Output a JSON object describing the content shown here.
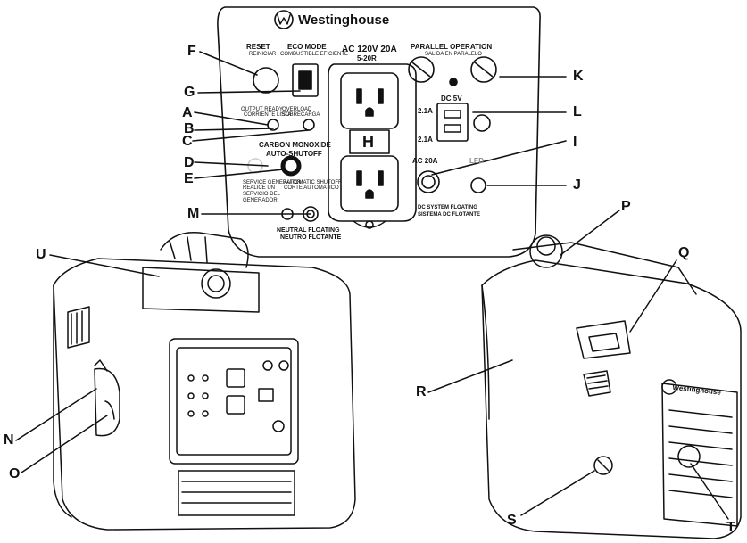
{
  "panel": {
    "brand": "Westinghouse",
    "reset": "RESET",
    "reset_sub": "REINICIAR",
    "eco": "ECO MODE",
    "eco_sub": "COMBUSTIBLE EFICIENTE",
    "ac_title": "AC 120V 20A",
    "ac_sub": "5-20R",
    "parallel": "PARALLEL OPERATION",
    "parallel_sub": "SALIDA EN PARALELO",
    "dc": "DC 5V",
    "usb_a1": "2.1A",
    "usb_a2": "2.1A",
    "output_ready": "OUTPUT READY",
    "output_ready_sub": "CORRIENTE LISTA",
    "overload": "OVERLOAD",
    "overload_sub": "SOBRECARGA",
    "co_title": "CARBON MONOXIDE",
    "co_title2": "AUTO-SHUTOFF",
    "service": "SERVICE GENERATOR",
    "service_sub": "REALICE UN SERVICIO DEL GENERADOR",
    "auto_shut": "AUTOMATIC SHUTOFF",
    "auto_shut_sub": "CORTE AUTOMATICO",
    "ac20": "AC 20A",
    "led": "LED",
    "dc_floating": "DC SYSTEM FLOATING",
    "dc_floating_sub": "SISTEMA DC FLOTANTE",
    "neutral": "NEUTRAL FLOATING",
    "neutral_sub": "NEUTRO FLOTANTE",
    "outlet_letter": "H"
  },
  "labels": {
    "A": "A",
    "B": "B",
    "C": "C",
    "D": "D",
    "E": "E",
    "F": "F",
    "G": "G",
    "I": "I",
    "J": "J",
    "K": "K",
    "L": "L",
    "M": "M",
    "N": "N",
    "O": "O",
    "P": "P",
    "Q": "Q",
    "R": "R",
    "S": "S",
    "T": "T",
    "U": "U"
  },
  "right_unit_brand": "Westinghouse"
}
